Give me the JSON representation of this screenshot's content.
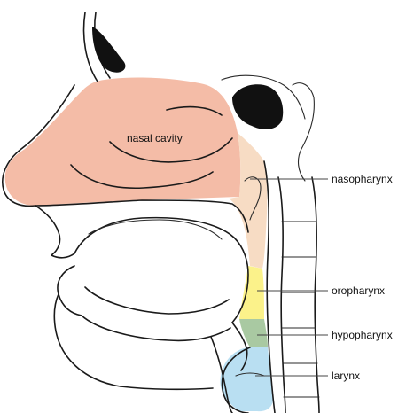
{
  "labels": {
    "nasal_cavity": "nasal cavity",
    "nasopharynx": "nasopharynx",
    "oropharynx": "oropharynx",
    "hypopharynx": "hypopharynx",
    "larynx": "larynx"
  },
  "colors": {
    "nasal_cavity": "#f4bca7",
    "nasopharynx": "#f7dcc4",
    "oropharynx": "#fbf28a",
    "hypopharynx": "#a9c9a2",
    "larynx": "#b9dff2",
    "outline": "#1a1a1a",
    "background": "#ffffff"
  }
}
